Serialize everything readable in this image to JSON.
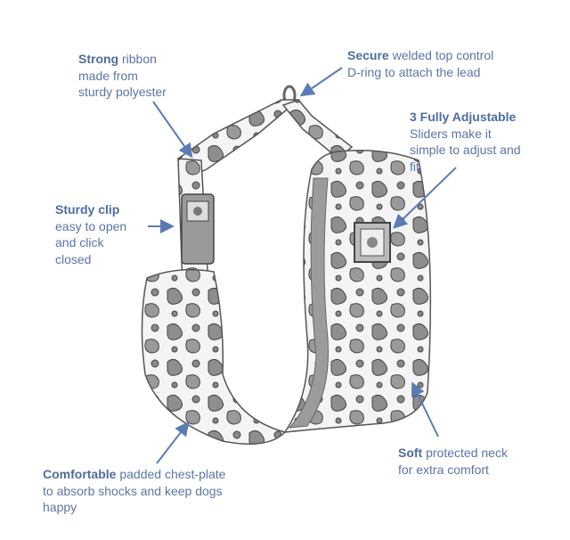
{
  "callouts": [
    {
      "id": "strong",
      "bold": "Strong",
      "rest": " ribbon",
      "lines": [
        "made from",
        "sturdy polyester"
      ]
    },
    {
      "id": "secure",
      "bold": "Secure",
      "rest": " welded top control",
      "lines": [
        "D-ring to attach the lead"
      ]
    },
    {
      "id": "adjustable",
      "bold": "3 Fully Adjustable",
      "rest": "",
      "lines": [
        "Sliders make it",
        "simple to adjust and",
        "fit"
      ]
    },
    {
      "id": "clip",
      "bold": "Sturdy clip",
      "rest": "",
      "lines": [
        "easy to open",
        "and click",
        "closed"
      ]
    },
    {
      "id": "soft",
      "bold": "Soft",
      "rest": " protected neck",
      "lines": [
        "for extra comfort"
      ]
    },
    {
      "id": "comfortable",
      "bold": "Comfortable",
      "rest": " padded chest-plate",
      "lines": [
        "to absorb shocks and keep dogs",
        "happy"
      ]
    }
  ],
  "colors": {
    "text": "#5a76a6",
    "arrow": "#5b7bb5",
    "strap": "#f2f2f2",
    "pattern": "#8e8e8e",
    "outline": "#555555"
  }
}
